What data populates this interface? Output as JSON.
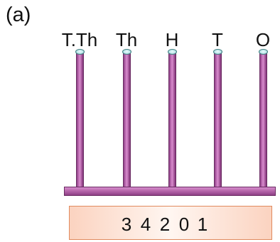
{
  "part_label": "(a)",
  "places": [
    {
      "label": "T.Th",
      "digit": "3"
    },
    {
      "label": "Th",
      "digit": "4"
    },
    {
      "label": "H",
      "digit": "2"
    },
    {
      "label": "T",
      "digit": "0"
    },
    {
      "label": "O",
      "digit": "1"
    }
  ],
  "colors": {
    "rod": "#b767ab",
    "rod_cap": "#bfe7ea",
    "number_box_fill": "#fbd3c0",
    "number_box_border": "#e08a5e"
  }
}
